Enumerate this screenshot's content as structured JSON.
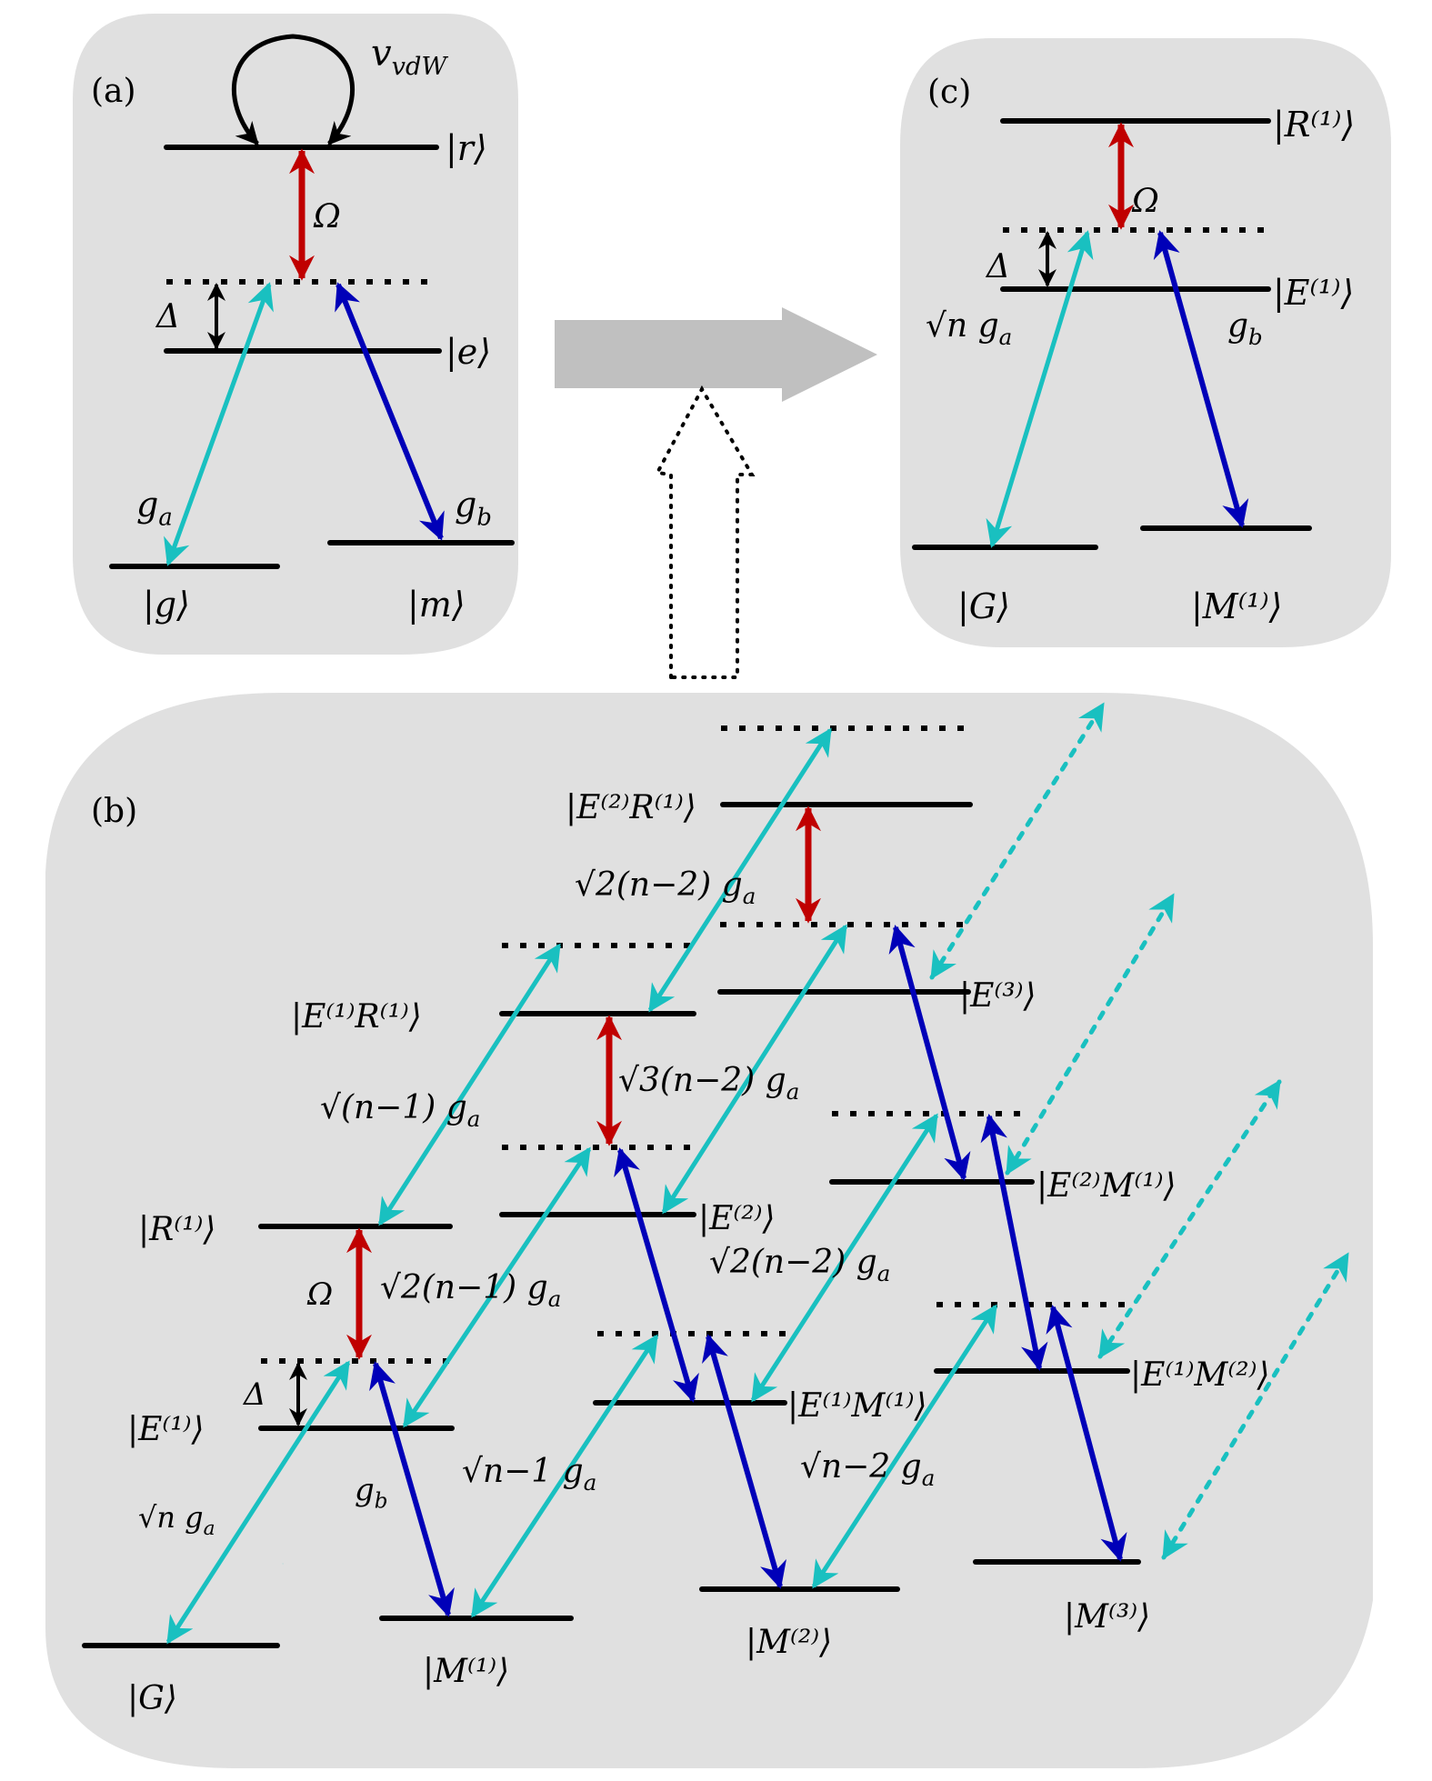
{
  "colors": {
    "panel_bg": "#e0e0e0",
    "level": "#000000",
    "probe_cyan": "#19c0c0",
    "coupling_blue": "#0000b8",
    "control_red": "#c00000",
    "flow_arrow": "#c0c0c0"
  },
  "panel_a": {
    "tag": "(a)",
    "interaction_label": "v",
    "interaction_sub": "vdW",
    "omega_label": "Ω",
    "delta_label": "Δ",
    "states": {
      "r": "|r⟩",
      "e": "|e⟩",
      "g": "|g⟩",
      "m": "|m⟩"
    },
    "couplings": {
      "ga": "g",
      "ga_sub": "a",
      "gb": "g",
      "gb_sub": "b"
    }
  },
  "panel_c": {
    "tag": "(c)",
    "omega_label": "Ω",
    "delta_label": "Δ",
    "states": {
      "R1": "|R⁽¹⁾⟩",
      "E1": "|E⁽¹⁾⟩",
      "G": "|G⟩",
      "M1": "|M⁽¹⁾⟩"
    },
    "couplings": {
      "ga": "√n g",
      "ga_sub": "a",
      "gb": "g",
      "gb_sub": "b"
    }
  },
  "panel_b": {
    "tag": "(b)",
    "omega_label": "Ω",
    "delta_label": "Δ",
    "states": {
      "E2R1": "|E⁽²⁾R⁽¹⁾⟩",
      "E1R1": "|E⁽¹⁾R⁽¹⁾⟩",
      "E3": "|E⁽³⁾⟩",
      "E2": "|E⁽²⁾⟩",
      "E2M1": "|E⁽²⁾M⁽¹⁾⟩",
      "R1": "|R⁽¹⁾⟩",
      "E1": "|E⁽¹⁾⟩",
      "E1M1": "|E⁽¹⁾M⁽¹⁾⟩",
      "E1M2": "|E⁽¹⁾M⁽²⁾⟩",
      "G": "|G⟩",
      "M1": "|M⁽¹⁾⟩",
      "M2": "|M⁽²⁾⟩",
      "M3": "|M⁽³⁾⟩"
    },
    "couplings": {
      "c_sqrt2n2_top": "√2(n−2) g",
      "c_sqrtn1": "√(n−1) g",
      "c_sqrt3n2": "√3(n−2) g",
      "c_sqrt2n1": "√2(n−1) g",
      "c_sqrt2n2_mid": "√2(n−2) g",
      "c_sqrtn": "√n g",
      "c_gb": "g",
      "c_sqrtn1_low": "√n−1 g",
      "c_sqrtn2_low": "√n−2 g",
      "sub_a": "a",
      "sub_b": "b"
    }
  }
}
